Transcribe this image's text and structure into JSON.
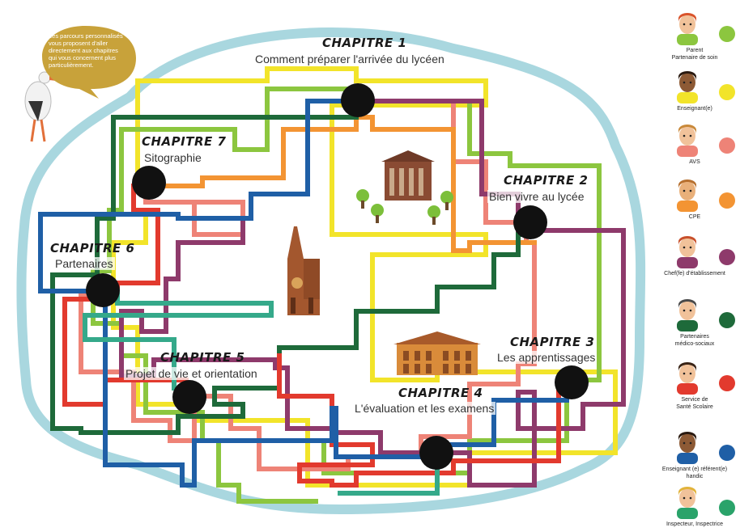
{
  "bubble_text": "Les parcours personnalisés vous proposent d'aller directement aux chapitres qui vous concernent plus particulièrement.",
  "chapters": [
    {
      "title": "CHAPITRE 1",
      "subtitle": "Comment préparer l'arrivée du lycéen"
    },
    {
      "title": "CHAPITRE 2",
      "subtitle": "Bien vivre au lycée"
    },
    {
      "title": "CHAPITRE 3",
      "subtitle": "Les apprentissages"
    },
    {
      "title": "CHAPITRE 4",
      "subtitle": "L'évaluation et les examens"
    },
    {
      "title": "CHAPITRE 5",
      "subtitle": "Projet de vie et orientation"
    },
    {
      "title": "CHAPITRE 6",
      "subtitle": "Partenaires"
    },
    {
      "title": "CHAPITRE 7",
      "subtitle": "Sitographie"
    }
  ],
  "legend": [
    {
      "label": "Parent\nPartenaire de soin",
      "color": "#8cc63f",
      "skin": "#f1c29a",
      "hair": "#d9532b"
    },
    {
      "label": "Enseignant(e)",
      "color": "#f2e42a",
      "skin": "#8d5a35",
      "hair": "#2a1a10"
    },
    {
      "label": "AVS",
      "color": "#ee8377",
      "skin": "#f1c29a",
      "hair": "#c9893a"
    },
    {
      "label": "CPE",
      "color": "#f39433",
      "skin": "#e9b07a",
      "hair": "#b7702f"
    },
    {
      "label": "Chef(fe) d'établissement",
      "color": "#8e3a6b",
      "skin": "#f1c29a",
      "hair": "#c8502b"
    },
    {
      "label": "Partenaires\nmédico-sociaux",
      "color": "#1e6a3a",
      "skin": "#f1c29a",
      "hair": "#4a4a4a"
    },
    {
      "label": "Service de\nSanté Scolaire",
      "color": "#e23a2e",
      "skin": "#f1c29a",
      "hair": "#3a2416"
    },
    {
      "label": "Enseignant (e) référent(e) handic",
      "color": "#1f5fa6",
      "skin": "#8d5a35",
      "hair": "#2a1a10"
    },
    {
      "label": "Inspecteur, Inspectrice",
      "color": "#2aa36a",
      "skin": "#f1c29a",
      "hair": "#e2b33a"
    }
  ],
  "colors": {
    "outline": "#a9d7df",
    "teal": "#35a98a",
    "bubble": "#c8a23a",
    "station": "#111111"
  }
}
